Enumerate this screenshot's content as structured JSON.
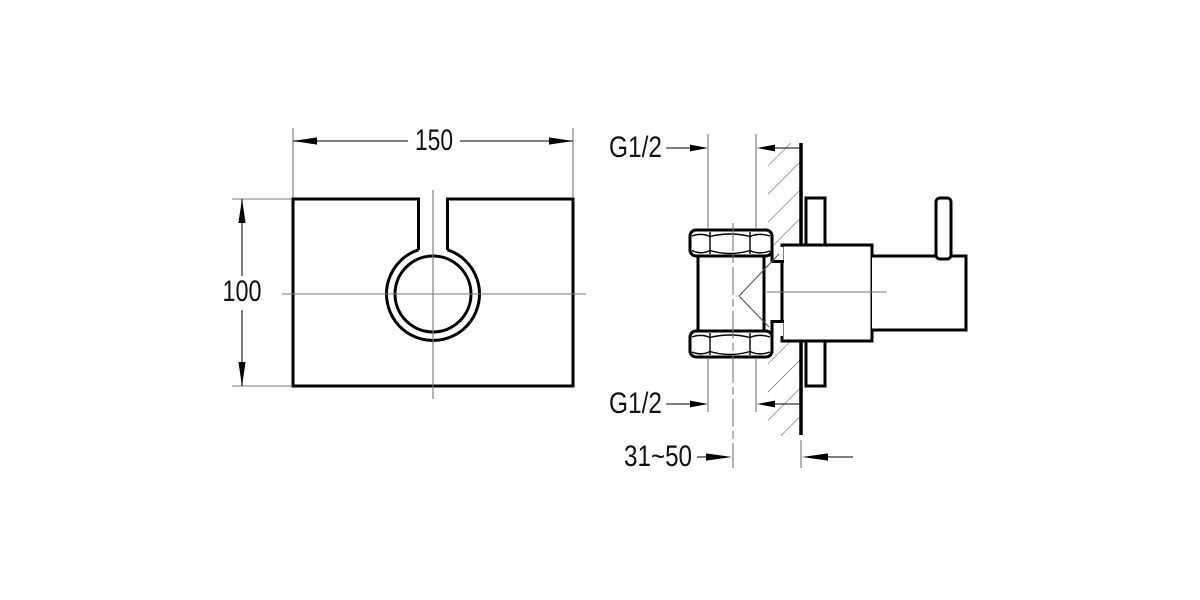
{
  "drawing": {
    "kind": "technical-dimension-drawing",
    "views": {
      "front": {
        "width_label": "150",
        "height_label": "100"
      },
      "side": {
        "top_connection": "G1/2",
        "bottom_connection": "G1/2",
        "depth_range": "31~50"
      }
    },
    "colors": {
      "outline": "#000000",
      "dimension_line": "#333333",
      "auxiliary_line": "#777777",
      "hatch": "#555555",
      "background": "#ffffff"
    }
  }
}
